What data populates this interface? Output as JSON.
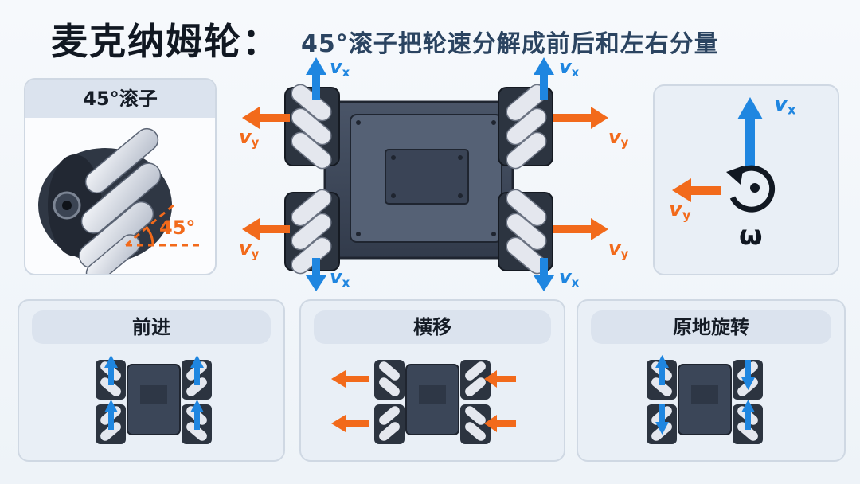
{
  "title": {
    "main": "麦克纳姆轮：",
    "sub": "45°滚子把轮速分解成前后和左右分量"
  },
  "roller_card": {
    "heading": "45°滚子",
    "angle_label": "45°"
  },
  "vector_labels": {
    "vx_base": "v",
    "vx_sub": "x",
    "vy_base": "v",
    "vy_sub": "y",
    "omega": "ω"
  },
  "panels": {
    "forward": "前进",
    "strafe": "横移",
    "rotate": "原地旋转"
  },
  "colors": {
    "blue": "#1f86e0",
    "orange": "#f26a1b",
    "chassis": "#3b4658",
    "roller": "#d9dde6"
  }
}
